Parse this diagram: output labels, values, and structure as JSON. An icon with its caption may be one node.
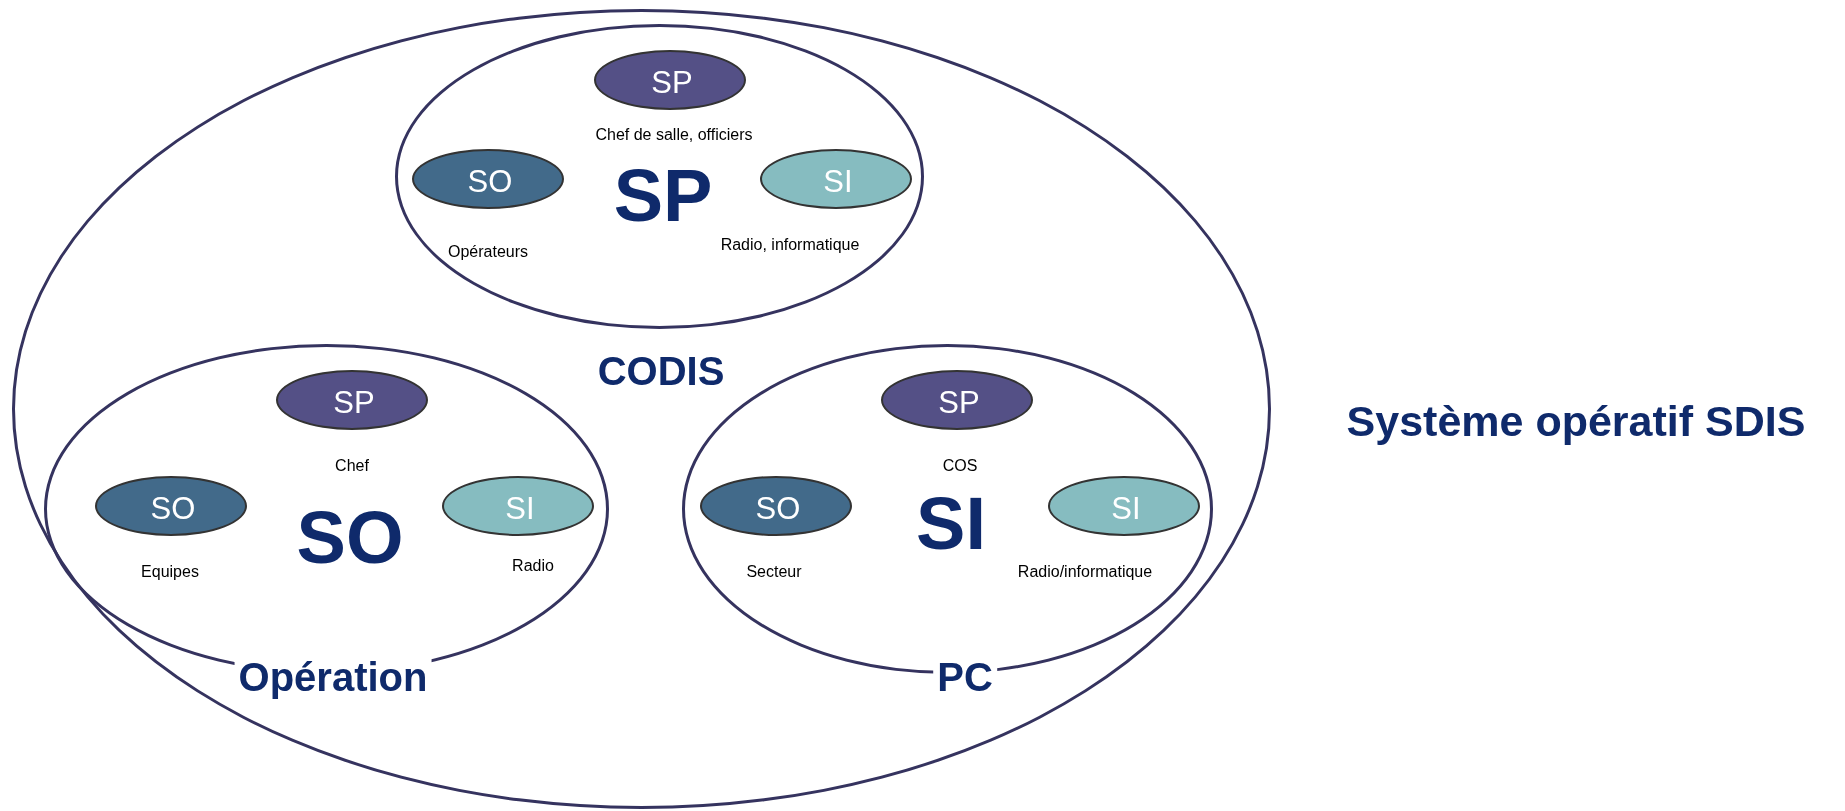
{
  "diagram": {
    "nodes": [
      {
        "text": [
          "Système opératif SDIS"
        ]
      },
      {
        "text": [
          "SP",
          "CODIS"
        ],
        "in": 0
      },
      {
        "text": [
          "SP"
        ],
        "in": 1,
        "beside": [
          "Chef de salle, officiers"
        ]
      },
      {
        "text": [
          "SO"
        ],
        "in": 1,
        "beside": [
          "Opérateurs"
        ]
      },
      {
        "text": [
          "SI"
        ],
        "in": 1,
        "beside": [
          "Radio, informatique"
        ]
      },
      {
        "text": [
          "SO",
          "Opération"
        ],
        "in": 0
      },
      {
        "text": [
          "SP"
        ],
        "in": 5,
        "beside": [
          "Chef"
        ]
      },
      {
        "text": [
          "SO"
        ],
        "in": 5,
        "beside": [
          "Equipes"
        ]
      },
      {
        "text": [
          "SI"
        ],
        "in": 5,
        "beside": [
          "Radio"
        ]
      },
      {
        "text": [
          "SI",
          "PC"
        ],
        "in": 0
      },
      {
        "text": [
          "SP"
        ],
        "in": 9,
        "beside": [
          "COS"
        ]
      },
      {
        "text": [
          "SO"
        ],
        "in": 9,
        "beside": [
          "Secteur"
        ]
      },
      {
        "text": [
          "SI"
        ],
        "in": 9,
        "beside": [
          "Radio/informatique"
        ]
      }
    ],
    "edges": []
  }
}
